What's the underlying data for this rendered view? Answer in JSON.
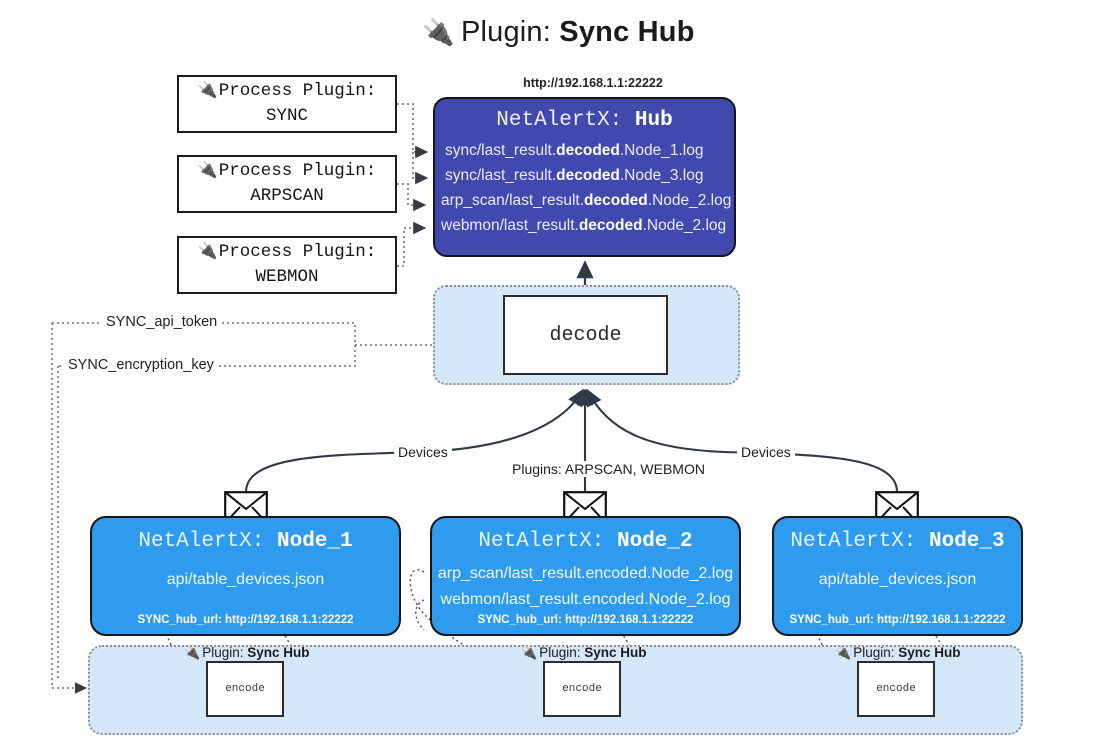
{
  "title": {
    "icon": "plug-icon",
    "prefix": "Plugin:",
    "name": "Sync Hub"
  },
  "process_plugins": [
    {
      "icon": "plug-icon",
      "line1": "Process Plugin:",
      "line2": "SYNC"
    },
    {
      "icon": "plug-icon",
      "line1": "Process Plugin:",
      "line2": "ARPSCAN"
    },
    {
      "icon": "plug-icon",
      "line1": "Process Plugin:",
      "line2": "WEBMON"
    }
  ],
  "hub": {
    "url": "http://192.168.1.1:22222",
    "title_prefix": "NetAlertX:",
    "title_name": "Hub",
    "logs": [
      {
        "pre": "sync/last_result.",
        "em": "decoded",
        "post": ".Node_1.log"
      },
      {
        "pre": "sync/last_result.",
        "em": "decoded",
        "post": ".Node_3.log"
      },
      {
        "pre": "arp_scan/last_result.",
        "em": "decoded",
        "post": ".Node_2.log"
      },
      {
        "pre": "webmon/last_result.",
        "em": "decoded",
        "post": ".Node_2.log"
      }
    ]
  },
  "decode": {
    "label": "decode"
  },
  "wire_labels": {
    "api_token": "SYNC_api_token",
    "encryption_key": "SYNC_encryption_key"
  },
  "edge_labels": {
    "devices_left": "Devices",
    "devices_right": "Devices",
    "plugins_center": "Plugins: ARPSCAN, WEBMON"
  },
  "nodes": [
    {
      "title_prefix": "NetAlertX:",
      "title_name": "Node_1",
      "lines": [
        "api/table_devices.json"
      ],
      "hub_url": "SYNC_hub_url: http://192.168.1.1:22222"
    },
    {
      "title_prefix": "NetAlertX:",
      "title_name": "Node_2",
      "lines": [
        "arp_scan/last_result.encoded.Node_2.log",
        "webmon/last_result.encoded.Node_2.log"
      ],
      "hub_url": "SYNC_hub_url: http://192.168.1.1:22222"
    },
    {
      "title_prefix": "NetAlertX:",
      "title_name": "Node_3",
      "lines": [
        "api/table_devices.json"
      ],
      "hub_url": "SYNC_hub_url: http://192.168.1.1:22222"
    }
  ],
  "plugin_instances": [
    {
      "icon": "plug-icon",
      "prefix": "Plugin:",
      "name": "Sync Hub",
      "box_label": "encode"
    },
    {
      "icon": "plug-icon",
      "prefix": "Plugin:",
      "name": "Sync Hub",
      "box_label": "encode"
    },
    {
      "icon": "plug-icon",
      "prefix": "Plugin:",
      "name": "Sync Hub",
      "box_label": "encode"
    }
  ],
  "colors": {
    "hub_fill": "#4249ae",
    "node_fill": "#2f9bee",
    "band_fill": "#d5e8fa",
    "stroke": "#1d1d1d",
    "white": "#ffffff"
  }
}
